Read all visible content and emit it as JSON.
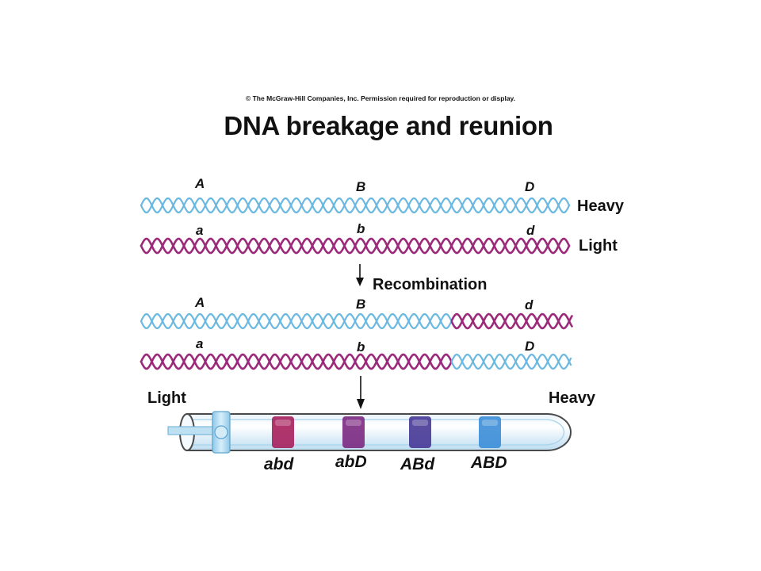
{
  "copyright": "© The McGraw-Hill Companies, Inc. Permission required for reproduction or display.",
  "title": "DNA breakage and reunion",
  "colors": {
    "heavy": "#6bb8e0",
    "light": "#9c2a7a"
  },
  "parental": {
    "heavy": {
      "label": "Heavy",
      "alleles": [
        "A",
        "B",
        "D"
      ]
    },
    "light": {
      "label": "Light",
      "alleles": [
        "a",
        "b",
        "d"
      ]
    }
  },
  "process_label": "Recombination",
  "recombinant": {
    "strand1": {
      "alleles": [
        "A",
        "B",
        "d"
      ]
    },
    "strand2": {
      "alleles": [
        "a",
        "b",
        "D"
      ]
    }
  },
  "tube": {
    "left_label": "Light",
    "right_label": "Heavy",
    "bands": [
      {
        "label": "abd",
        "color": "#a8245f"
      },
      {
        "label": "abD",
        "color": "#7e2c83"
      },
      {
        "label": "ABd",
        "color": "#4a3c98"
      },
      {
        "label": "ABD",
        "color": "#3f8fd8"
      }
    ]
  }
}
